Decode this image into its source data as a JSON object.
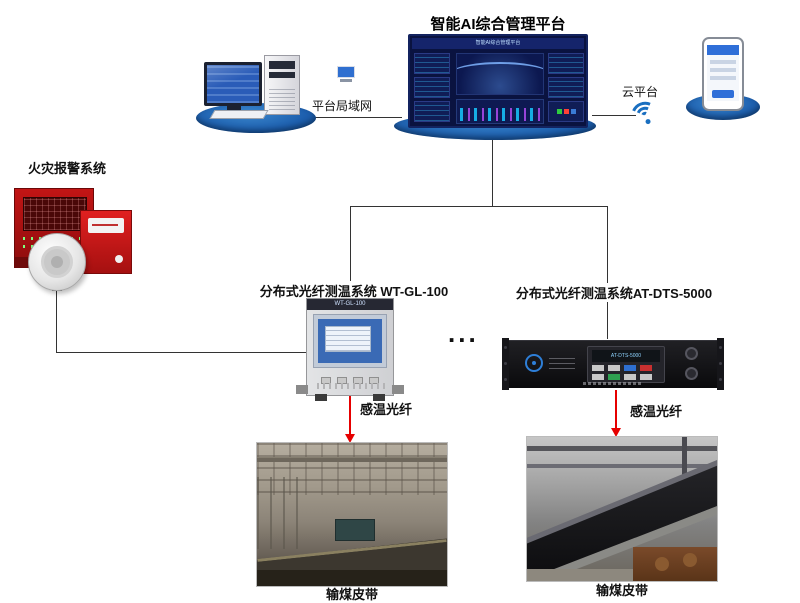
{
  "labels": {
    "platform_title": "智能AI综合管理平台",
    "lan": "平台局域网",
    "cloud": "云平台",
    "fire_alarm": "火灾报警系统",
    "device1": "分布式光纤测温系统 WT-GL-100",
    "device2": "分布式光纤测温系统AT-DTS-5000",
    "ellipsis": "...",
    "fiber_left": "感温光纤",
    "fiber_right": "感温光纤",
    "belt_left": "输煤皮带",
    "belt_right": "输煤皮带"
  },
  "devices": {
    "cabinet_model": "WT-GL-100",
    "rack_model": "AT-DTS-5000"
  },
  "colors": {
    "base_ellipse_blue": "#1d5fae",
    "connector_black": "#333333",
    "arrow_red": "#e60000",
    "fire_panel_red": "#c21515",
    "dashboard_navy": "#0a1340",
    "wifi_blue": "#1a6fc0"
  }
}
